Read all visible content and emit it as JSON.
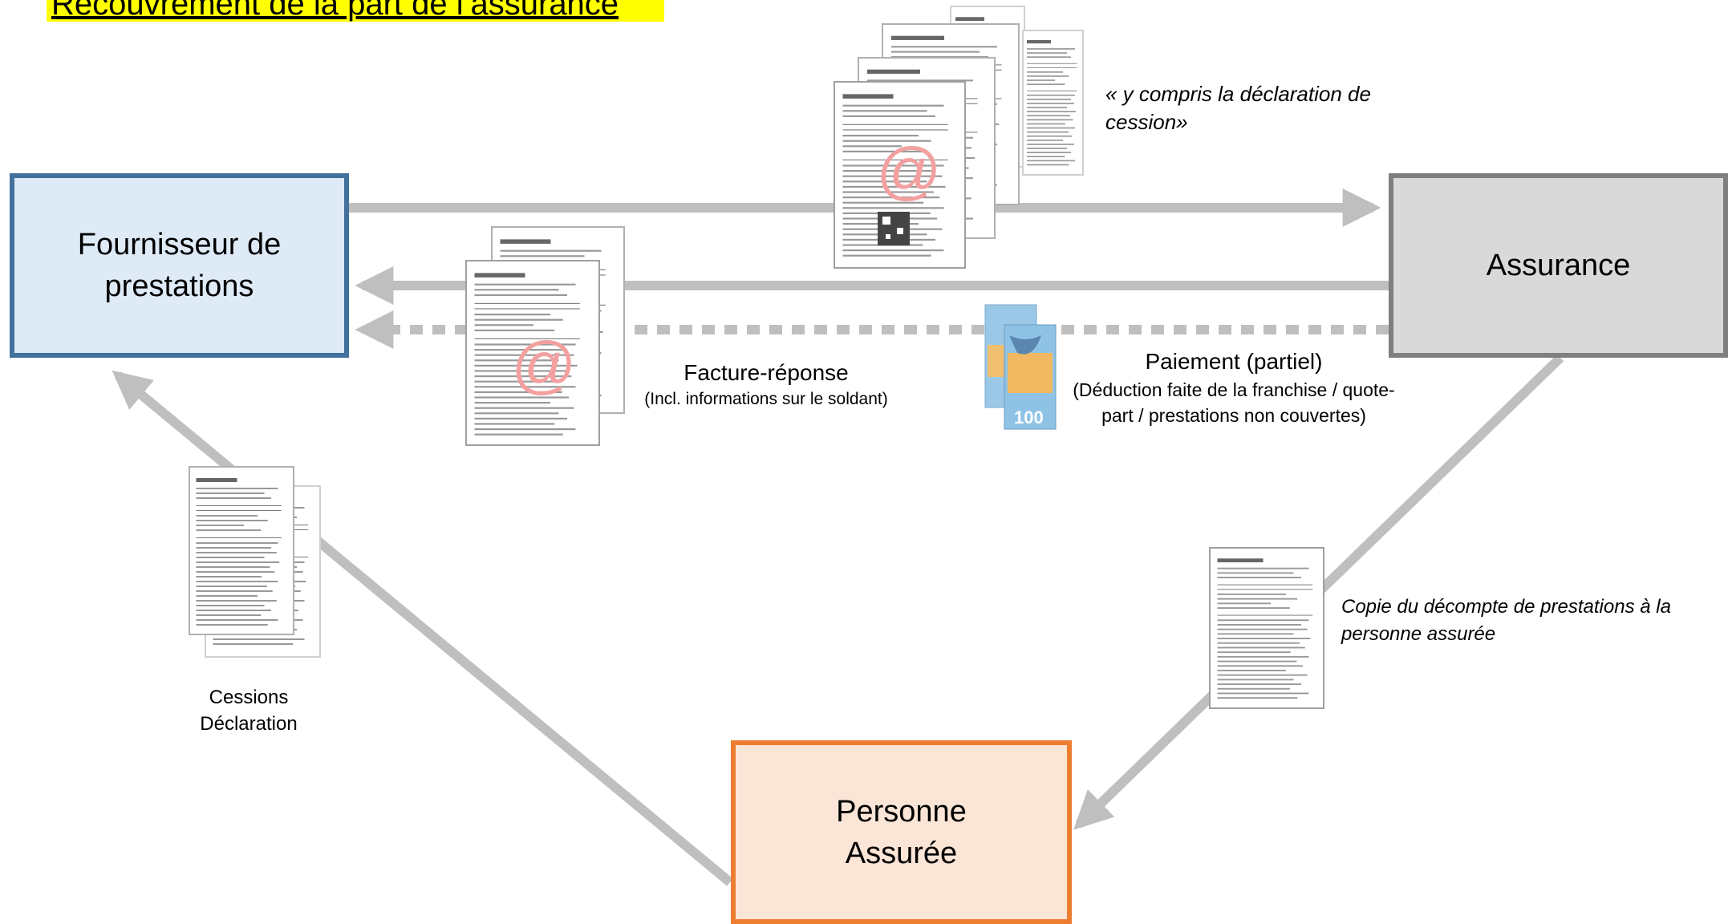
{
  "title": "Recouvrement de la part de l’assurance",
  "colors": {
    "title_highlight": "#ffff00",
    "provider_fill": "#deebf7",
    "provider_border": "#41719c",
    "insurance_fill": "#d9d9d9",
    "insurance_border": "#7f7f7f",
    "insured_fill": "#fbe5d6",
    "insured_border": "#ed7d31",
    "arrow": "#bfbfbf",
    "email_symbol": "#f4a0a0"
  },
  "nodes": {
    "provider": "Fournisseur de\nprestations",
    "insurance": "Assurance",
    "insured": "Personne\nAssurée"
  },
  "labels": {
    "cession_note": "« y compris la déclaration de cession»",
    "facture_main": "Facture-réponse",
    "facture_sub": "(Incl. informations sur le soldant)",
    "paiement_main": "Paiement (partiel)",
    "paiement_sub": "(Déduction faite de la franchise / quote-part / prestations non couvertes)",
    "copie": "Copie du décompte de prestations à la personne assurée",
    "cessions": "Cessions Déclaration"
  },
  "icons": {
    "email": "at-sign-icon",
    "invoice": "invoice-document-icon",
    "banknote": "banknote-icon",
    "banknote_value": "100",
    "form": "form-document-icon",
    "statement": "statement-document-icon"
  }
}
